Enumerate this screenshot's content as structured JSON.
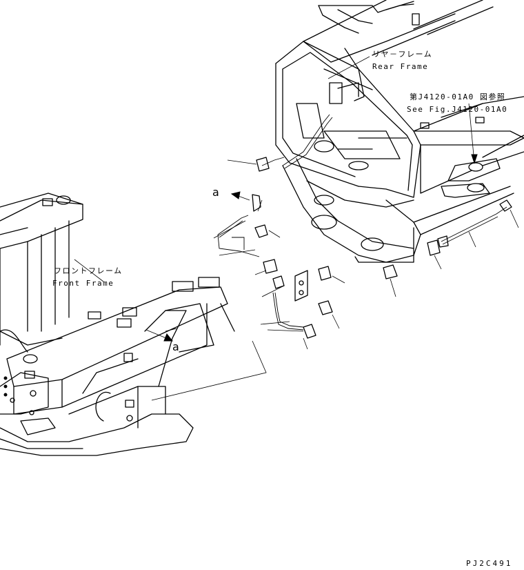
{
  "labels": {
    "rear_frame_jp": "リヤ－フレーム",
    "rear_frame_en": "Rear Frame",
    "ref_jp": "第J4120-01A0 図参照",
    "ref_en": "See Fig.J4120-01A0",
    "front_frame_jp": "フロントフレーム",
    "front_frame_en": "Front Frame",
    "callout_a_top": "a",
    "callout_a_bottom": "a",
    "drawing_code": "PJ2C491"
  }
}
